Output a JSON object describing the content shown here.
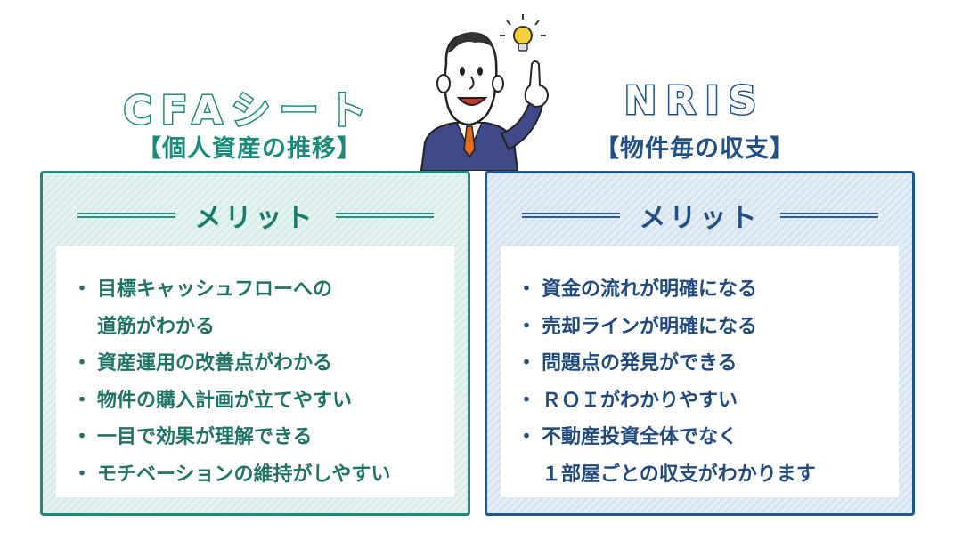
{
  "left": {
    "title": "CFAシート",
    "subtitle": "【個人資産の推移】",
    "merit_label": "メリット",
    "bullet": "・",
    "items": [
      "目標キャッシュフローへの",
      "道筋がわかる",
      "資産運用の改善点がわかる",
      "物件の購入計画が立てやすい",
      "一目で効果が理解できる",
      "モチベーションの維持がしやすい"
    ],
    "colors": {
      "accent": "#1a8a7a",
      "panel_bg": "#e0f0ec"
    }
  },
  "right": {
    "title": "NRIS",
    "subtitle": "【物件毎の収支】",
    "merit_label": "メリット",
    "bullet": "・",
    "items": [
      "資金の流れが明確になる",
      "売却ラインが明確になる",
      "問題点の発見ができる",
      "ＲＯＩがわかりやすい",
      "不動産投資全体でなく",
      "１部屋ごとの収支がわかります"
    ],
    "colors": {
      "accent": "#1f4f85",
      "panel_bg": "#dde9f4"
    }
  },
  "illustration": {
    "character": "businessman-pointing-up",
    "icon": "lightbulb-icon"
  }
}
